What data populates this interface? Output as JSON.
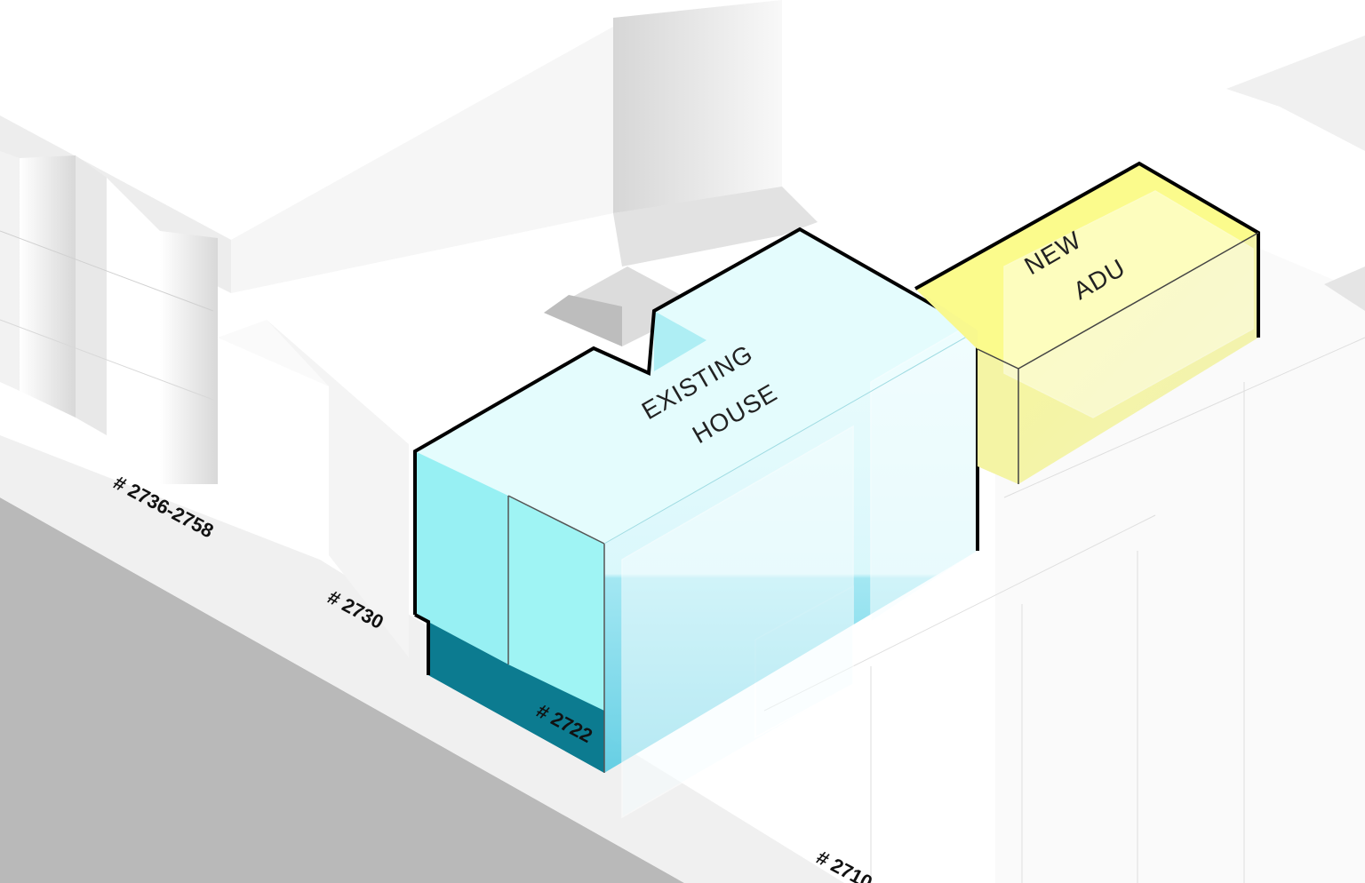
{
  "diagram": {
    "masses": {
      "existing_house": {
        "label_line1": "EXISTING",
        "label_line2": "HOUSE",
        "color": "#b8f3f7"
      },
      "new_adu": {
        "label_line1": "NEW",
        "label_line2": "ADU",
        "color": "#f6f59a"
      }
    },
    "address_labels": {
      "a1": "# 2736-2758",
      "a2": "# 2730",
      "a3": "# 2722",
      "a4": "# 2710"
    },
    "colors": {
      "street": "#b9b9b9",
      "context": "#f4f4f4",
      "outline": "#000000",
      "house_dark": "#0d7f94",
      "house_mid": "#5fd6ea",
      "adu_top": "#fbfb8c",
      "adu_side": "#f3f3a8"
    }
  }
}
